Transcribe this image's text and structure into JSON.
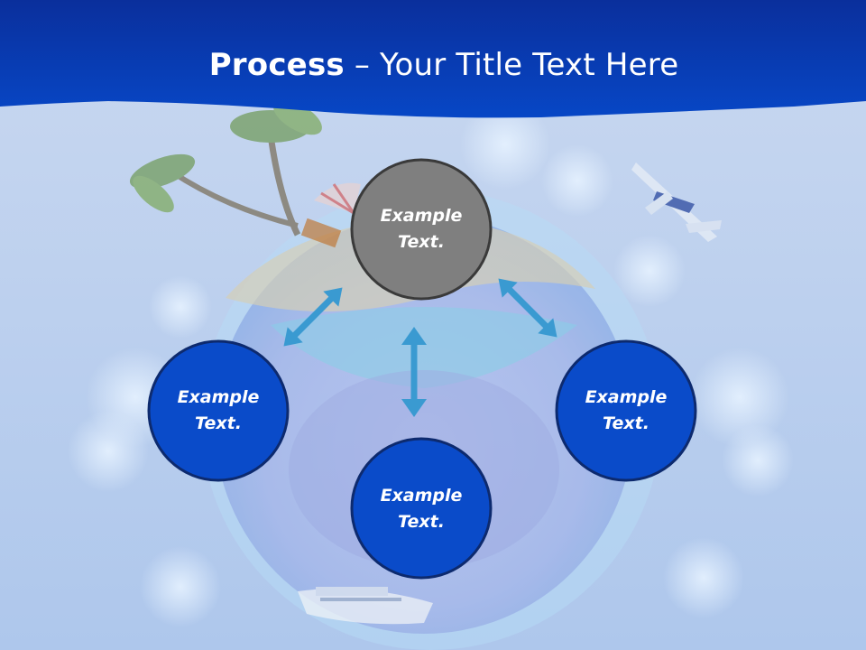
{
  "slide": {
    "title_bold": "Process",
    "title_rest": " – Your Title Text Here"
  },
  "nodes": [
    {
      "id": "top",
      "line1": "Example",
      "line2": "Text."
    },
    {
      "id": "left",
      "line1": "Example",
      "line2": "Text."
    },
    {
      "id": "right",
      "line1": "Example",
      "line2": "Text."
    },
    {
      "id": "bottom",
      "line1": "Example",
      "line2": "Text."
    }
  ],
  "colors": {
    "banner": "#0639b8",
    "node_gray": "#7f7f7f",
    "node_blue": "#0a4bc9",
    "arrow": "#3a9ad1"
  }
}
